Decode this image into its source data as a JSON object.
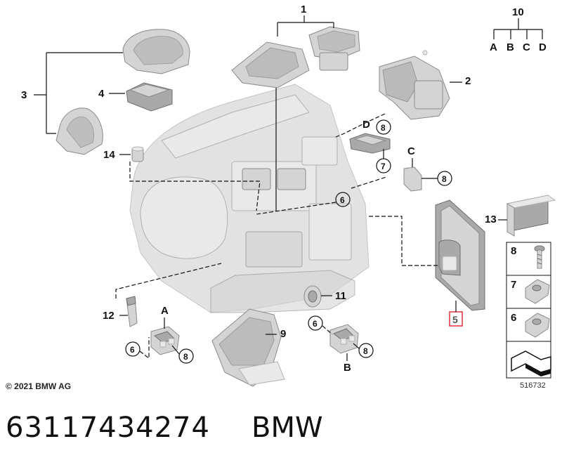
{
  "diagram": {
    "callouts": [
      {
        "id": "1",
        "label": "1"
      },
      {
        "id": "2",
        "label": "2"
      },
      {
        "id": "3",
        "label": "3"
      },
      {
        "id": "4",
        "label": "4"
      },
      {
        "id": "5",
        "label": "5"
      },
      {
        "id": "9",
        "label": "9"
      },
      {
        "id": "10",
        "label": "10"
      },
      {
        "id": "11",
        "label": "11"
      },
      {
        "id": "12",
        "label": "12"
      },
      {
        "id": "13",
        "label": "13"
      },
      {
        "id": "14",
        "label": "14"
      }
    ],
    "circled": {
      "six": "6",
      "seven": "7",
      "eight": "8"
    },
    "letters": {
      "A": "A",
      "B": "B",
      "C": "C",
      "D": "D"
    },
    "highlight_color": "#e0303a"
  },
  "sidebar": {
    "items": [
      {
        "label": "8"
      },
      {
        "label": "7"
      },
      {
        "label": "6"
      }
    ]
  },
  "footer": {
    "copyright": "© 2021 BMW AG",
    "ref_code": "516732"
  },
  "caption": {
    "part_number": "63117434274",
    "brand": "BMW"
  }
}
